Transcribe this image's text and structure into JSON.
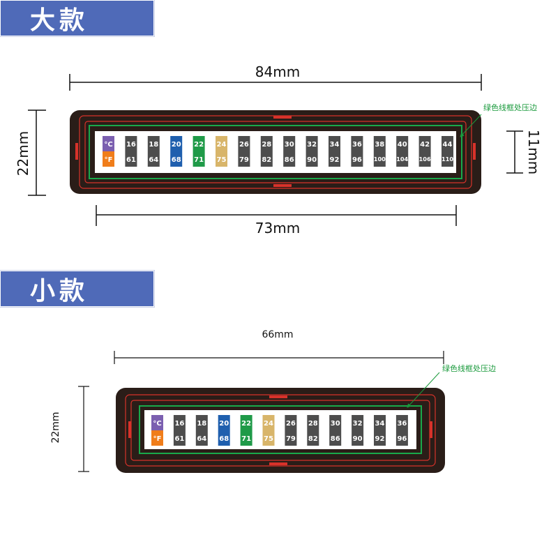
{
  "large": {
    "title": "大款",
    "width_label": "84mm",
    "height_label": "22mm",
    "inner_height_label": "11mm",
    "inner_width_label": "73mm",
    "note": "绿色线框处压边",
    "unit_c": "°C",
    "unit_f": "°F",
    "cells": [
      {
        "c": "16",
        "f": "61",
        "color": "#4d4d4d"
      },
      {
        "c": "18",
        "f": "64",
        "color": "#4d4d4d"
      },
      {
        "c": "20",
        "f": "68",
        "color": "#1f5fae"
      },
      {
        "c": "22",
        "f": "71",
        "color": "#1f9a48"
      },
      {
        "c": "24",
        "f": "75",
        "color": "#d8b56a"
      },
      {
        "c": "26",
        "f": "79",
        "color": "#4d4d4d"
      },
      {
        "c": "28",
        "f": "82",
        "color": "#4d4d4d"
      },
      {
        "c": "30",
        "f": "86",
        "color": "#4d4d4d"
      },
      {
        "c": "32",
        "f": "90",
        "color": "#4d4d4d"
      },
      {
        "c": "34",
        "f": "92",
        "color": "#4d4d4d"
      },
      {
        "c": "36",
        "f": "96",
        "color": "#4d4d4d"
      },
      {
        "c": "38",
        "f": "100",
        "color": "#4d4d4d"
      },
      {
        "c": "40",
        "f": "104",
        "color": "#4d4d4d"
      },
      {
        "c": "42",
        "f": "106",
        "color": "#4d4d4d"
      },
      {
        "c": "44",
        "f": "110",
        "color": "#4d4d4d"
      }
    ]
  },
  "small": {
    "title": "小款",
    "width_label": "66mm",
    "height_label": "22mm",
    "note": "绿色线框处压边",
    "unit_c": "°C",
    "unit_f": "°F",
    "cells": [
      {
        "c": "16",
        "f": "61",
        "color": "#4d4d4d"
      },
      {
        "c": "18",
        "f": "64",
        "color": "#4d4d4d"
      },
      {
        "c": "20",
        "f": "68",
        "color": "#1f5fae"
      },
      {
        "c": "22",
        "f": "71",
        "color": "#1f9a48"
      },
      {
        "c": "24",
        "f": "75",
        "color": "#d8b56a"
      },
      {
        "c": "26",
        "f": "79",
        "color": "#4d4d4d"
      },
      {
        "c": "28",
        "f": "82",
        "color": "#4d4d4d"
      },
      {
        "c": "30",
        "f": "86",
        "color": "#4d4d4d"
      },
      {
        "c": "32",
        "f": "90",
        "color": "#4d4d4d"
      },
      {
        "c": "34",
        "f": "92",
        "color": "#4d4d4d"
      },
      {
        "c": "36",
        "f": "96",
        "color": "#4d4d4d"
      }
    ]
  },
  "colors": {
    "celsius_badge": "#7b5fb0",
    "fahrenheit_badge": "#f07d1a",
    "card_bg": "#2a1d18",
    "red_line": "#d8322a",
    "green_line": "#19a94a"
  }
}
